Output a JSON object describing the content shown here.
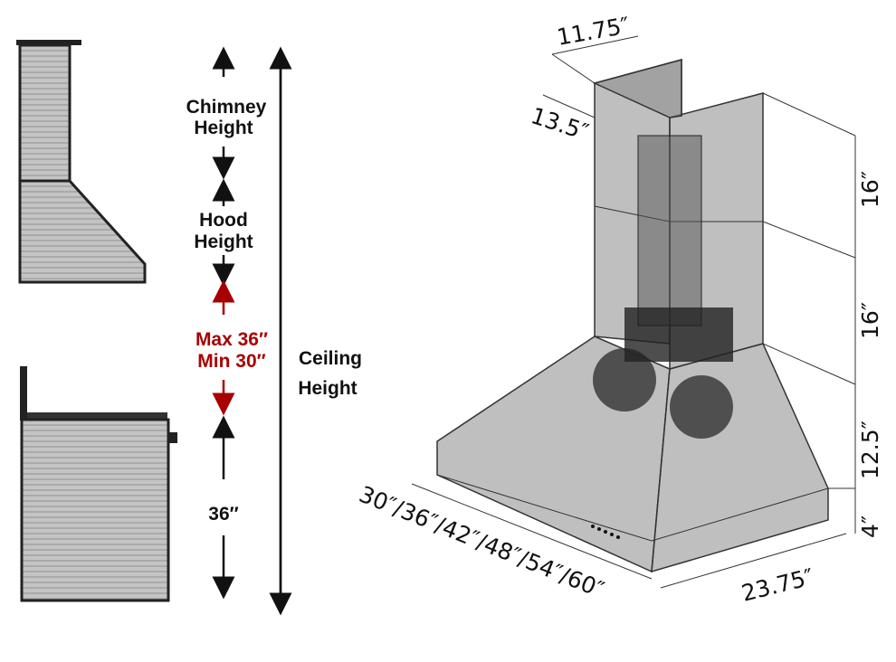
{
  "labels": {
    "chimney": "Chimney",
    "chimney_height": "Height",
    "hood": "Hood",
    "hood_height": "Height",
    "max": "Max 36″",
    "min": "Min 30″",
    "range": "36″",
    "ceiling": "Ceiling",
    "ceiling_height": "Height"
  },
  "dimensions": {
    "chimney_width": "11.75″",
    "chimney_depth": "13.5″",
    "upper_chimney": "16″",
    "lower_chimney": "16″",
    "hood_height": "12.5″",
    "base_height": "4″",
    "depth": "23.75″",
    "widths": "30″/36″/42″/48″/54″/60″"
  },
  "colors": {
    "accent_red": "#a80000"
  }
}
